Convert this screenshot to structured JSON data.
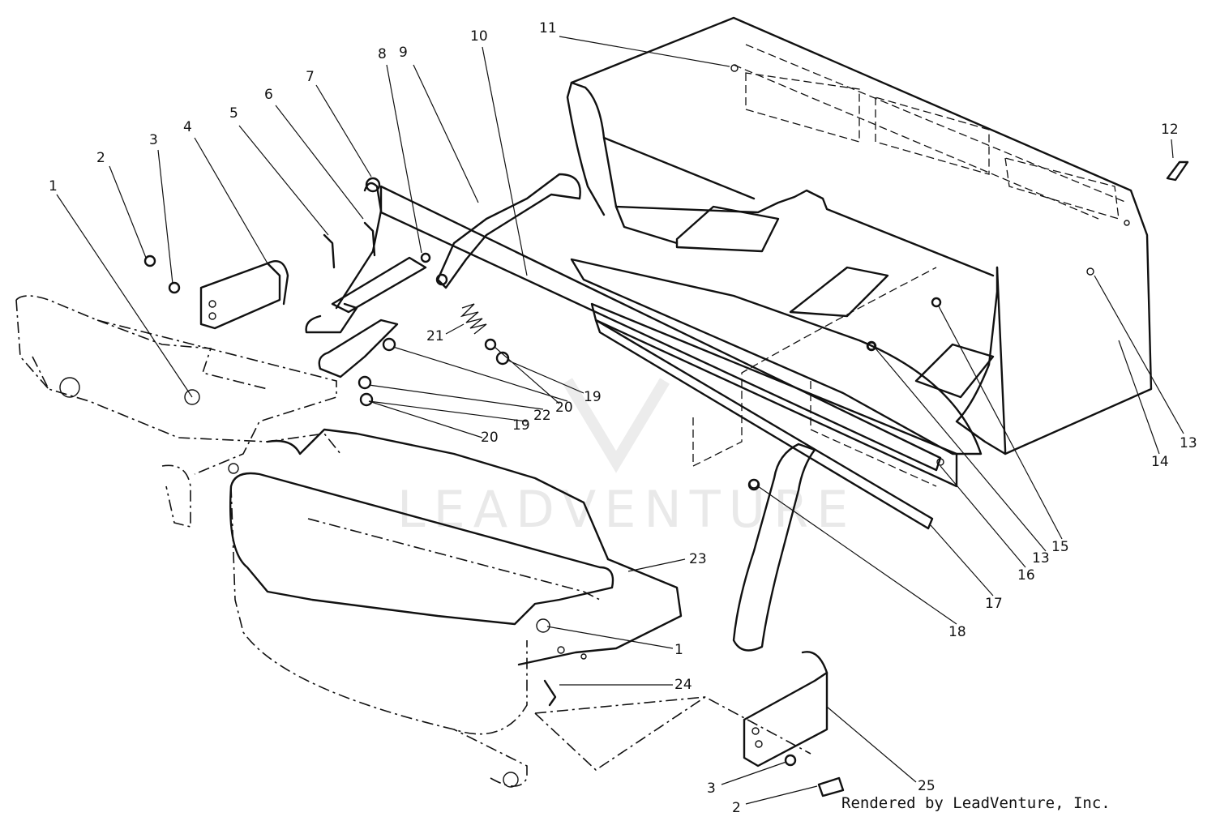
{
  "watermark": {
    "text": "LEADVENTURE",
    "logo": "leadventure-v-logo"
  },
  "credit": "Rendered by LeadVenture, Inc.",
  "callouts": [
    {
      "id": "c1a",
      "label": "1"
    },
    {
      "id": "c2a",
      "label": "2"
    },
    {
      "id": "c3a",
      "label": "3"
    },
    {
      "id": "c4",
      "label": "4"
    },
    {
      "id": "c5",
      "label": "5"
    },
    {
      "id": "c6",
      "label": "6"
    },
    {
      "id": "c7",
      "label": "7"
    },
    {
      "id": "c8",
      "label": "8"
    },
    {
      "id": "c9",
      "label": "9"
    },
    {
      "id": "c10",
      "label": "10"
    },
    {
      "id": "c11",
      "label": "11"
    },
    {
      "id": "c12",
      "label": "12"
    },
    {
      "id": "c13a",
      "label": "13"
    },
    {
      "id": "c14",
      "label": "14"
    },
    {
      "id": "c15",
      "label": "15"
    },
    {
      "id": "c13b",
      "label": "13"
    },
    {
      "id": "c16",
      "label": "16"
    },
    {
      "id": "c17",
      "label": "17"
    },
    {
      "id": "c18",
      "label": "18"
    },
    {
      "id": "c19a",
      "label": "19"
    },
    {
      "id": "c20a",
      "label": "20"
    },
    {
      "id": "c21",
      "label": "21"
    },
    {
      "id": "c22",
      "label": "22"
    },
    {
      "id": "c19b",
      "label": "19"
    },
    {
      "id": "c20b",
      "label": "20"
    },
    {
      "id": "c23",
      "label": "23"
    },
    {
      "id": "c1b",
      "label": "1"
    },
    {
      "id": "c24",
      "label": "24"
    },
    {
      "id": "c25",
      "label": "25"
    },
    {
      "id": "c3b",
      "label": "3"
    },
    {
      "id": "c2b",
      "label": "2"
    }
  ]
}
